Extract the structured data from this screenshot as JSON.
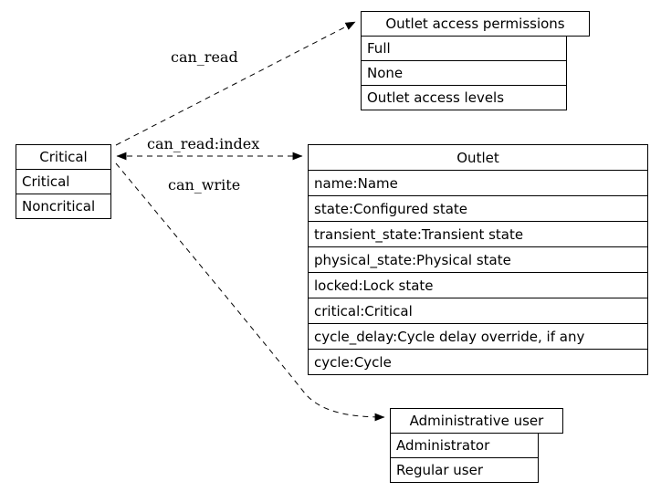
{
  "nodes": {
    "critical": {
      "title": "Critical",
      "rows": [
        "Critical",
        "Noncritical"
      ]
    },
    "permissions": {
      "title": "Outlet access permissions",
      "rows": [
        "Full",
        "None",
        "Outlet access levels"
      ]
    },
    "outlet": {
      "title": "Outlet",
      "rows": [
        "name:Name",
        "state:Configured state",
        "transient_state:Transient state",
        "physical_state:Physical state",
        "locked:Lock state",
        "critical:Critical",
        "cycle_delay:Cycle delay override, if any",
        "cycle:Cycle"
      ]
    },
    "admin": {
      "title": "Administrative user",
      "rows": [
        "Administrator",
        "Regular user"
      ]
    }
  },
  "edges": {
    "can_read": {
      "label": "can_read"
    },
    "can_read_index": {
      "label": "can_read:index"
    },
    "can_write": {
      "label": "can_write"
    }
  },
  "colors": {
    "line": "#000000",
    "background": "#ffffff"
  }
}
